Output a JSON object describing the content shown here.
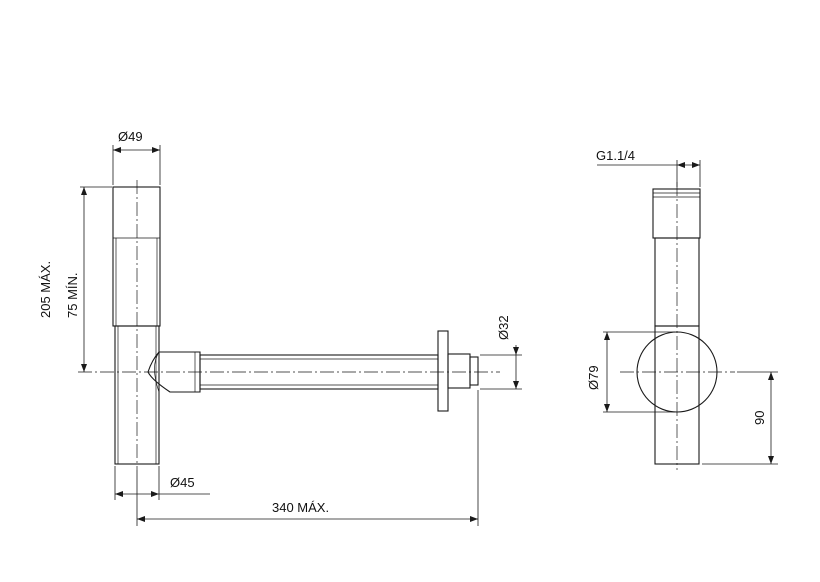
{
  "dimensions": {
    "top_diameter": "Ø49",
    "height_max": "205 MÁX.",
    "height_min": "75   MÍN.",
    "bottom_diameter": "Ø45",
    "outlet_length": "340 MÁX.",
    "outlet_diameter": "Ø32",
    "thread": "G1.1/4",
    "flange_diameter": "Ø79",
    "outlet_height": "90"
  },
  "colors": {
    "line": "#1a1a1a",
    "background": "#ffffff"
  }
}
